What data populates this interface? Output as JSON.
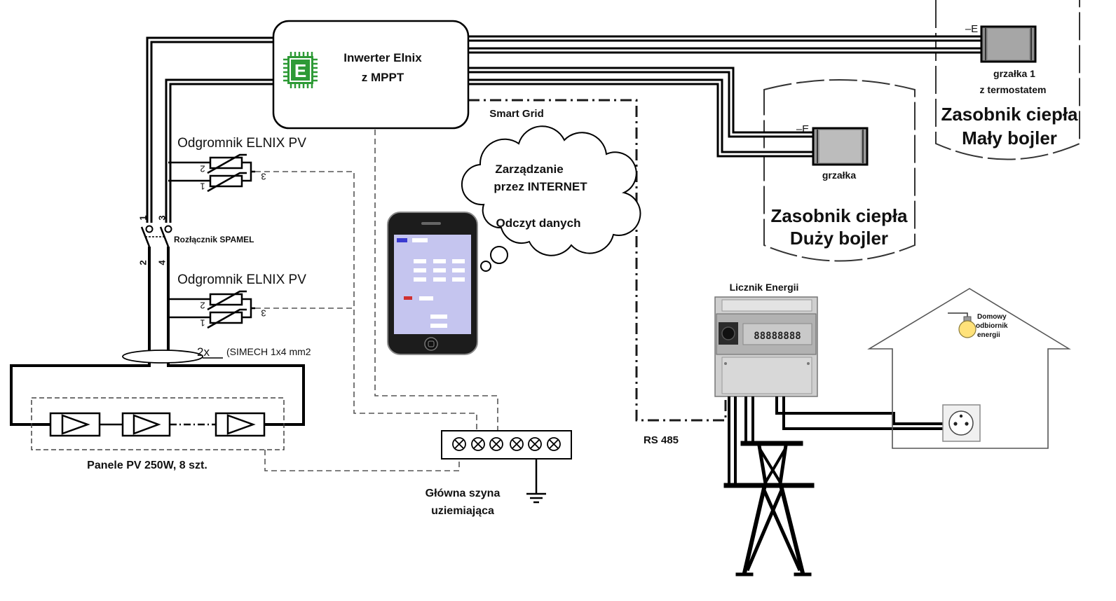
{
  "inverter": {
    "title_line1": "Inwerter Elnix",
    "title_line2": "z MPPT",
    "logo_letter": "E",
    "logo_color": "#2e9a36"
  },
  "surge_protector_1": {
    "label": "Odgromnik ELNIX PV",
    "pin_1": "1",
    "pin_2": "2",
    "pin_3": "3"
  },
  "surge_protector_2": {
    "label": "Odgromnik ELNIX PV",
    "pin_1": "1",
    "pin_2": "2",
    "pin_3": "3"
  },
  "disconnector": {
    "label": "Rozłącznik SPAMEL",
    "pin_1": "1",
    "pin_2": "2",
    "pin_3": "3",
    "pin_4": "4"
  },
  "cable": {
    "count": "2x",
    "spec": "(SIMECH 1x4 mm2"
  },
  "pv_array": {
    "label": "Panele PV 250W, 8 szt."
  },
  "ground_bus": {
    "label_line1": "Główna szyna",
    "label_line2": "uziemiająca"
  },
  "smart_grid": {
    "label": "Smart Grid"
  },
  "rs485": {
    "label": "RS 485"
  },
  "cloud": {
    "line1": "Zarządzanie",
    "line2": "przez INTERNET",
    "line3": "Odczyt danych"
  },
  "small_boiler": {
    "heater_symbol": "–E",
    "heater_label": "grzałka 1",
    "heater_note": "z termostatem",
    "title_line1": "Zasobnik ciepła",
    "title_line2": "Mały bojler"
  },
  "large_boiler": {
    "heater_symbol": "–E",
    "heater_label": "grzałka",
    "title_line1": "Zasobnik ciepła",
    "title_line2": "Duży bojler"
  },
  "energy_meter": {
    "label": "Licznik Energii",
    "display": "88888888"
  },
  "house": {
    "consumer_line1": "Domowy",
    "consumer_line2": "odbiornik",
    "consumer_line3": "energii"
  }
}
